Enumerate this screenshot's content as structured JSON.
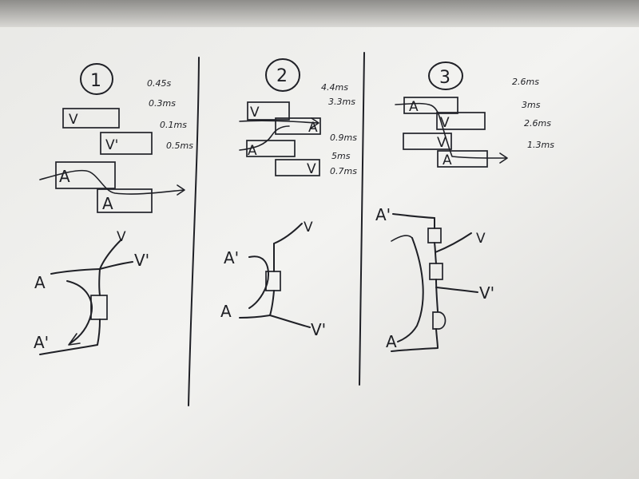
{
  "panels": [
    {
      "number": "1",
      "times": [
        "0.45s",
        "0.3ms",
        "0.1ms",
        "0.5ms"
      ],
      "timeline": {
        "box1": "V",
        "box2": "V'",
        "box3": "A",
        "box4": "A"
      },
      "graph": {
        "a": "A",
        "a_prime": "A'",
        "v": "V",
        "v_prime": "V'"
      }
    },
    {
      "number": "2",
      "times": [
        "4.4ms",
        "3.3ms",
        "0.9ms",
        "5ms",
        "0.7ms"
      ],
      "timeline": {
        "box1": "V",
        "box2": "A",
        "box3": "A",
        "box4": "V"
      },
      "graph": {
        "a": "A",
        "a_prime": "A'",
        "v": "V",
        "v_prime": "V'"
      }
    },
    {
      "number": "3",
      "times": [
        "2.6ms",
        "3ms",
        "2.6ms",
        "1.3ms"
      ],
      "timeline": {
        "box1": "A",
        "box2": "V",
        "box3": "V",
        "box4": "A"
      },
      "graph": {
        "a": "A",
        "a_prime": "A'",
        "v": "V",
        "v_prime": "V'"
      }
    }
  ],
  "colors": {
    "ink": "#1f2026",
    "paper": "#efefec"
  }
}
